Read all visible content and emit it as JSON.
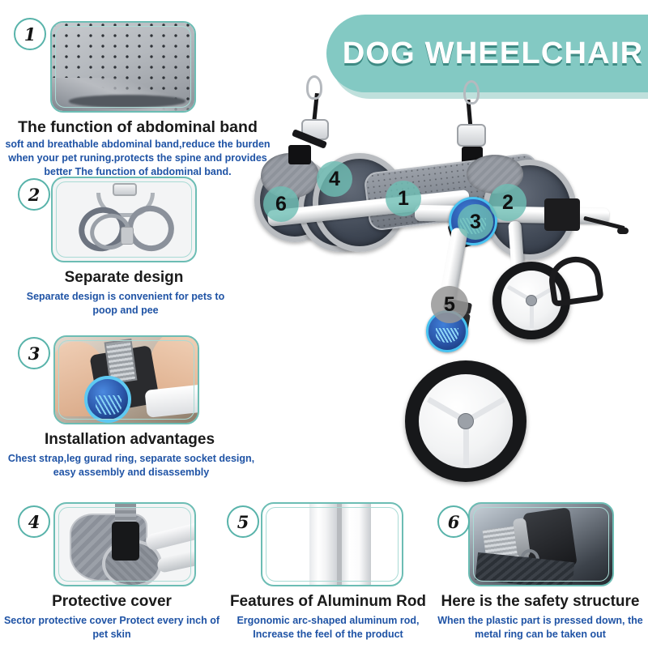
{
  "banner": {
    "title": "DOG WHEELCHAIR",
    "bg_color": "#83c9c3",
    "shadow_color": "#bfe0dc",
    "text_color": "#ffffff"
  },
  "theme": {
    "frame_color": "#6cbdb4",
    "frame_inner_color": "#a9dbd5",
    "heading_color": "#1a1a1a",
    "description_color": "#1f53a5",
    "callout_color": "#6ebeb4",
    "callout_grey_color": "#969696"
  },
  "features": [
    {
      "number": "1",
      "heading": "The function of abdominal band",
      "description": "soft and breathable abdominal band,reduce the burden when your pet runing.protects the spine and provides better The function of abdominal band.",
      "photo": "perforated-grey-band-closeup"
    },
    {
      "number": "2",
      "heading": "Separate design",
      "description": "Separate design is convenient for pets to poop and pee",
      "photo": "separate-leg-rings-harness"
    },
    {
      "number": "3",
      "heading": "Installation advantages",
      "description": "Chest strap,leg gurad ring, separate socket design, easy assembly and disassembly",
      "photo": "hands-installing-socket-strap"
    },
    {
      "number": "4",
      "heading": "Protective cover",
      "description": "Sector protective cover Protect every inch of pet skin",
      "photo": "sector-protective-cover-buckle"
    },
    {
      "number": "5",
      "heading": "Features of Aluminum Rod",
      "description": "Ergonomic arc-shaped aluminum rod, Increase the feel of the product",
      "photo": "aluminum-rods-closeup"
    },
    {
      "number": "6",
      "heading": "Here is the safety structure",
      "description": "When the plastic part is pressed down, the metal ring can be taken out",
      "photo": "safety-buckle-metal-ring"
    }
  ],
  "product_callouts": [
    {
      "number": "1",
      "target": "abdominal-band",
      "style": "teal"
    },
    {
      "number": "2",
      "target": "rear-leg-ring",
      "style": "teal"
    },
    {
      "number": "3",
      "target": "socket-connector",
      "style": "teal"
    },
    {
      "number": "4",
      "target": "protective-cover",
      "style": "teal"
    },
    {
      "number": "5",
      "target": "aluminum-rod",
      "style": "grey"
    },
    {
      "number": "6",
      "target": "safety-structure",
      "style": "teal"
    }
  ],
  "product": {
    "name": "dog-wheelchair-product-photo",
    "alt": "Adjustable dog wheelchair with grey padded harness, white aluminum rods and two white spoked wheels"
  }
}
